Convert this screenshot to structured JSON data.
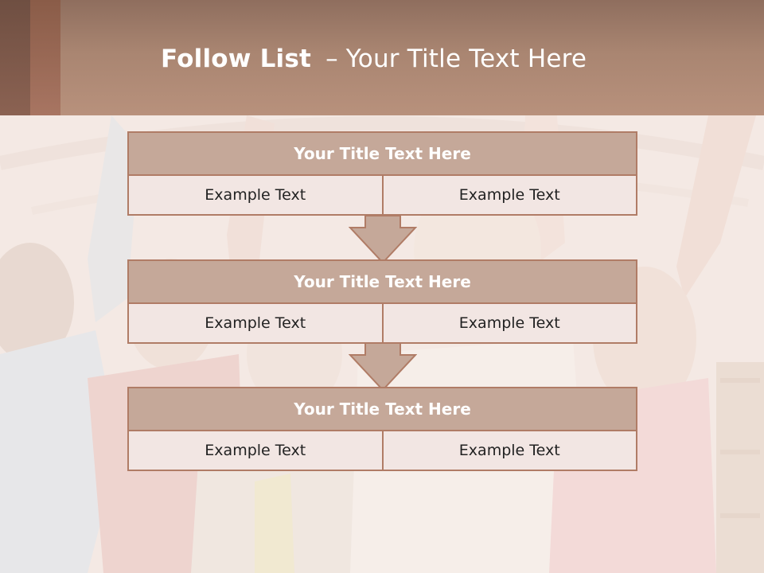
{
  "header": {
    "title_bold": "Follow List",
    "title_dash": "–",
    "title_rest": "Your Title Text Here"
  },
  "flow": [
    {
      "title": "Your Title Text Here",
      "left": "Example Text",
      "right": "Example Text"
    },
    {
      "title": "Your Title Text Here",
      "left": "Example Text",
      "right": "Example Text"
    },
    {
      "title": "Your Title Text Here",
      "left": "Example Text",
      "right": "Example Text"
    }
  ],
  "colors": {
    "header": "#a98571",
    "box_title_fill": "#c5a899",
    "box_border": "#b07c66",
    "cell_fill": "#f2e6e3",
    "arrow_fill": "#c5a899"
  },
  "background_image": "children-raising-hands-photo"
}
